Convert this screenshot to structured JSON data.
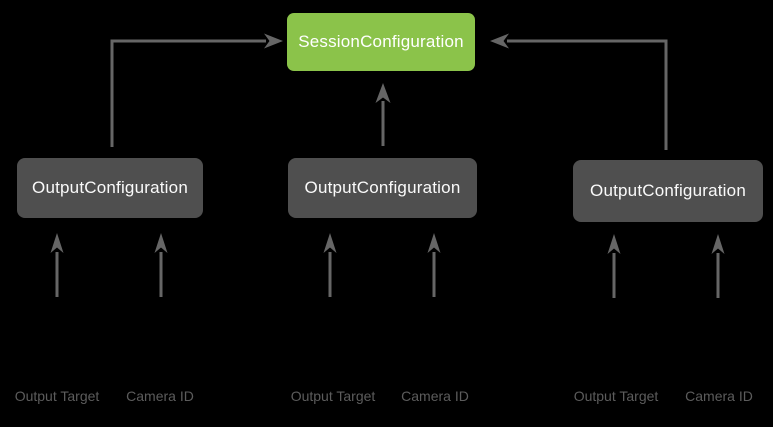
{
  "diagram": {
    "session": {
      "label": "SessionConfiguration"
    },
    "outputs": [
      {
        "label": "OutputConfiguration",
        "inputs": [
          {
            "label": "Output Target"
          },
          {
            "label": "Camera ID"
          }
        ]
      },
      {
        "label": "OutputConfiguration",
        "inputs": [
          {
            "label": "Output Target"
          },
          {
            "label": "Camera ID"
          }
        ]
      },
      {
        "label": "OutputConfiguration",
        "inputs": [
          {
            "label": "Output Target"
          },
          {
            "label": "Camera ID"
          }
        ]
      }
    ],
    "colors": {
      "background": "#000000",
      "session_box": "#8bc34a",
      "output_box": "#4f4f4f",
      "box_text": "#ffffff",
      "arrow": "#666666",
      "input_label_text": "#5c5c5c"
    }
  }
}
